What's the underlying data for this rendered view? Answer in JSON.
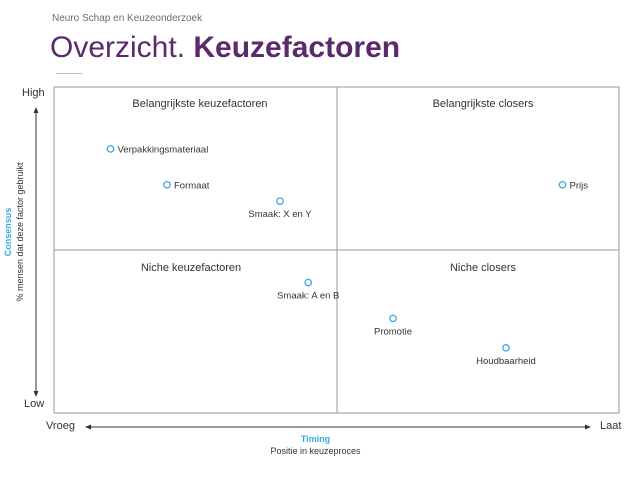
{
  "header": {
    "subtitle": "Neuro Schap en Keuzeonderzoek",
    "title_light": "Overzicht.",
    "title_bold": "Keuzefactoren"
  },
  "axes": {
    "y_high": "High",
    "y_low": "Low",
    "y_title": "Consensus",
    "y_subtitle": "% mensen dat deze factor gebruikt",
    "x_left": "Vroeg",
    "x_right": "Laat",
    "x_title": "Timing",
    "x_subtitle": "Positie in keuzeproces"
  },
  "quadrants": {
    "top_left": "Belangrijkste keuzefactoren",
    "top_right": "Belangrijkste closers",
    "bottom_left": "Niche keuzefactoren",
    "bottom_right": "Niche closers"
  },
  "colors": {
    "title": "#5c2a6b",
    "accent": "#3aa7e0",
    "marker": "#3aa7e0",
    "grid": "#9a9a9a"
  },
  "chart_data": {
    "type": "scatter",
    "x_range": [
      0,
      1
    ],
    "y_range": [
      0,
      1
    ],
    "points": [
      {
        "label": "Verpakkingsmateriaal",
        "x": 0.1,
        "y": 0.81,
        "label_pos": "right"
      },
      {
        "label": "Formaat",
        "x": 0.2,
        "y": 0.7,
        "label_pos": "right"
      },
      {
        "label": "Smaak: X en Y",
        "x": 0.4,
        "y": 0.65,
        "label_pos": "below"
      },
      {
        "label": "Prijs",
        "x": 0.9,
        "y": 0.7,
        "label_pos": "right"
      },
      {
        "label": "Smaak: A en B",
        "x": 0.45,
        "y": 0.4,
        "label_pos": "below"
      },
      {
        "label": "Promotie",
        "x": 0.6,
        "y": 0.29,
        "label_pos": "below"
      },
      {
        "label": "Houdbaarheid",
        "x": 0.8,
        "y": 0.2,
        "label_pos": "below"
      }
    ]
  }
}
